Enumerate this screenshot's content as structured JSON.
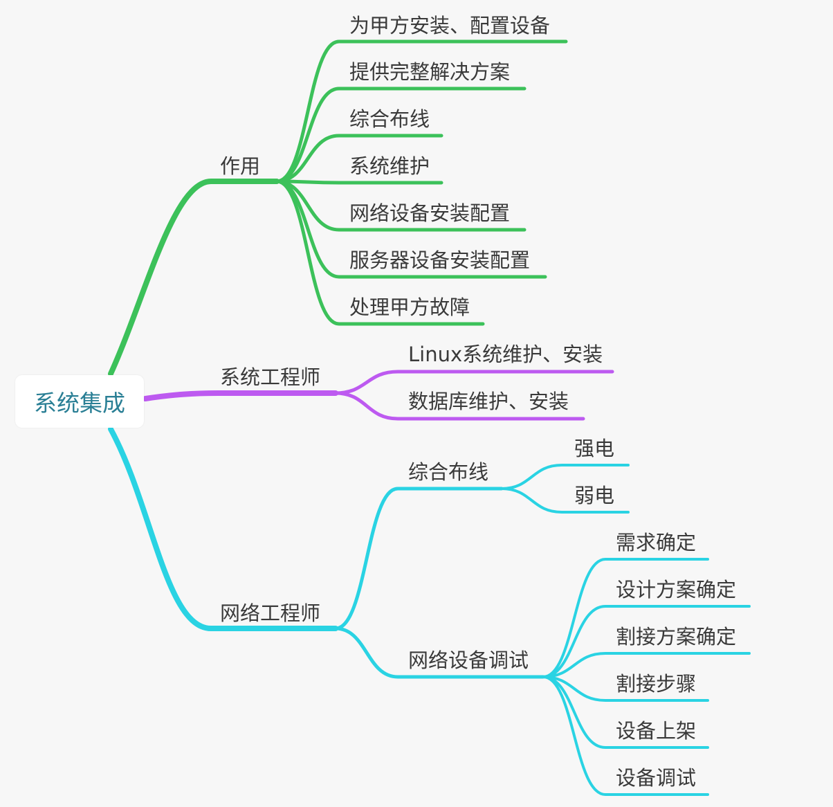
{
  "root": {
    "label": "系统集成"
  },
  "colors": {
    "green": "#3cc15a",
    "purple": "#bd5af0",
    "cyan": "#2ad3e3",
    "root_text": "#2a7f95",
    "text": "#3a3a3a"
  },
  "branches": {
    "role": {
      "label": "作用",
      "children": [
        "为甲方安装、配置设备",
        "提供完整解决方案",
        "综合布线",
        "系统维护",
        "网络设备安装配置",
        "服务器设备安装配置",
        "处理甲方故障"
      ]
    },
    "sys_engineer": {
      "label": "系统工程师",
      "children": [
        "Linux系统维护、安装",
        "数据库维护、安装"
      ]
    },
    "net_engineer": {
      "label": "网络工程师",
      "cabling": {
        "label": "综合布线",
        "children": [
          "强电",
          "弱电"
        ]
      },
      "debugging": {
        "label": "网络设备调试",
        "children": [
          "需求确定",
          "设计方案确定",
          "割接方案确定",
          "割接步骤",
          "设备上架",
          "设备调试"
        ]
      }
    }
  }
}
